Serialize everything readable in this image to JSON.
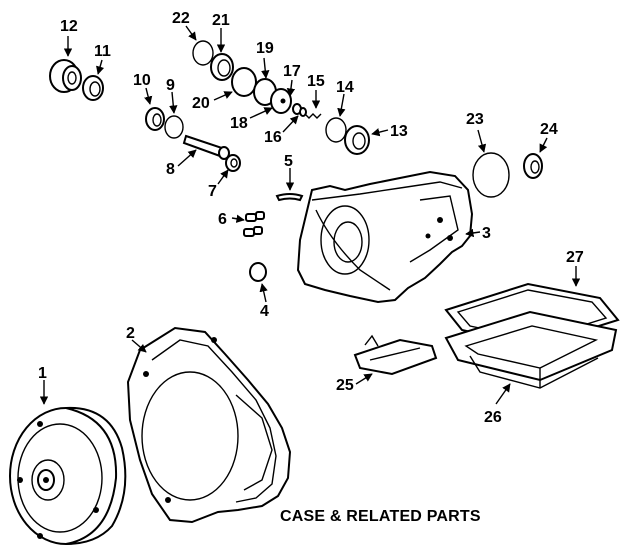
{
  "caption": "CASE & RELATED PARTS",
  "callouts": {
    "c1": "1",
    "c2": "2",
    "c3": "3",
    "c4": "4",
    "c5": "5",
    "c6": "6",
    "c7": "7",
    "c8": "8",
    "c9": "9",
    "c10": "10",
    "c11": "11",
    "c12": "12",
    "c13": "13",
    "c14": "14",
    "c15": "15",
    "c16": "16",
    "c17": "17",
    "c18": "18",
    "c19": "19",
    "c20": "20",
    "c21": "21",
    "c22": "22",
    "c23": "23",
    "c24": "24",
    "c25": "25",
    "c26": "26",
    "c27": "27"
  }
}
